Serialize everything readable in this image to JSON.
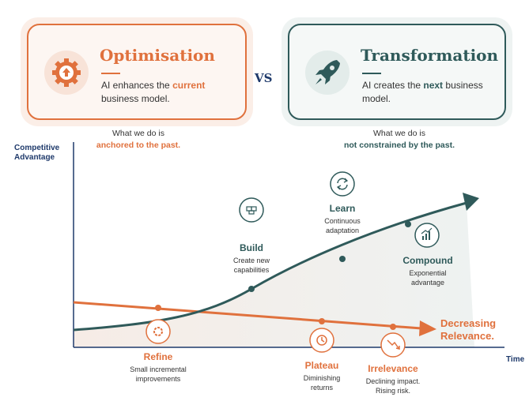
{
  "colors": {
    "orange": "#e0713d",
    "teal": "#2f5a5a",
    "navy": "#1f3a6b"
  },
  "optimisation": {
    "title": "Optimisation",
    "text_before": "AI enhances the ",
    "text_accent": "current",
    "text_after": " business model.",
    "icon": "upload-gear-icon"
  },
  "vs": "VS",
  "transformation": {
    "title": "Transformation",
    "text_before": "AI creates the ",
    "text_accent": "next",
    "text_after": " business model.",
    "icon": "rocket-icon"
  },
  "captions": {
    "left_line1": "What we do is",
    "left_line2": "anchored to the past.",
    "right_line1": "What we do is",
    "right_line2": "not constrained by the past."
  },
  "axes": {
    "y_line1": "Competitive",
    "y_line2": "Advantage",
    "x": "Time"
  },
  "decreasing": {
    "line1": "Decreasing",
    "line2": "Relevance."
  },
  "milestones": {
    "refine": {
      "title": "Refine",
      "line1": "Small incremental",
      "line2": "improvements",
      "icon": "gear-icon"
    },
    "plateau": {
      "title": "Plateau",
      "line1": "Diminishing",
      "line2": "returns",
      "icon": "clock-icon"
    },
    "irrelevance": {
      "title": "Irrelevance",
      "line1": "Declining impact.",
      "line2": "Rising risk.",
      "icon": "trend-down-icon"
    },
    "build": {
      "title": "Build",
      "line1": "Create new",
      "line2": "capabilities",
      "icon": "blocks-icon"
    },
    "learn": {
      "title": "Learn",
      "line1": "Continuous",
      "line2": "adaptation",
      "icon": "refresh-icon"
    },
    "compound": {
      "title": "Compound",
      "line1": "Exponential",
      "line2": "advantage",
      "icon": "chart-up-icon"
    }
  }
}
